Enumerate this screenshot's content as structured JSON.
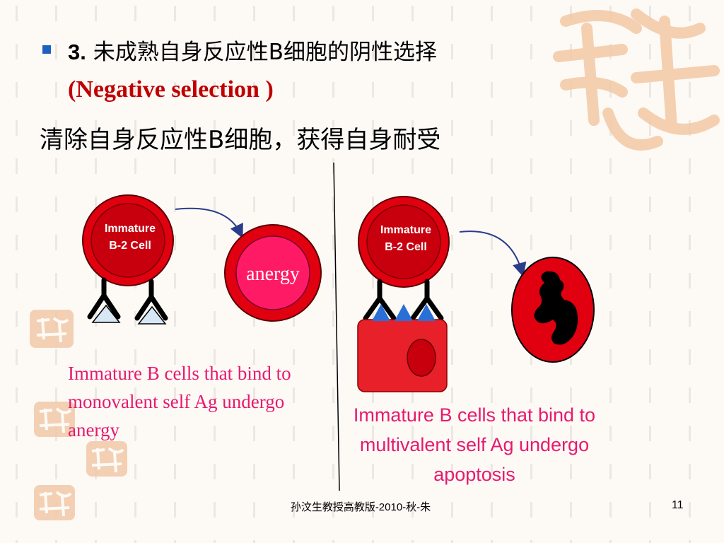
{
  "heading": {
    "number": "3.",
    "title_cn": " 未成熟自身反应性B细胞的阴性选择",
    "title_en": "(Negative selection )"
  },
  "body": "清除自身反应性B细胞，获得自身耐受",
  "diagram": {
    "left_cell_label": [
      "Immature",
      "B-2 Cell"
    ],
    "right_cell_label": [
      "Immature",
      "B-2 Cell"
    ],
    "anergy_label": "anergy"
  },
  "captions": {
    "left": "Immature  B cells that bind to monovalent self Ag undergo anergy",
    "right": "Immature  B cells that bind to multivalent self Ag undergo apoptosis"
  },
  "footer": "孙汶生教授高教版-2010-秋-朱",
  "page_number": "11",
  "colors": {
    "bullet": "#1f5fbf",
    "cell_red": "#e00010",
    "anergy_pink": "#ff1a66",
    "caption_pink": "#e8196e",
    "antigen_blue": "#2a6fd6",
    "arrow": "#2b3c8a"
  }
}
